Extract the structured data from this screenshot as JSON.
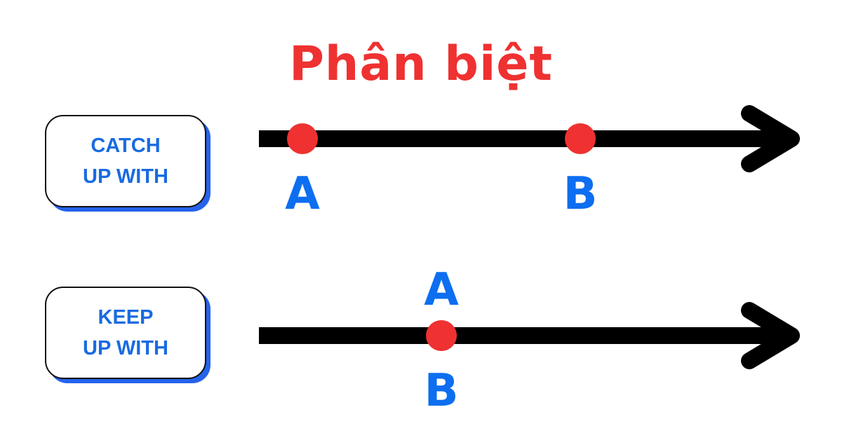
{
  "title": {
    "text": "Phân biệt"
  },
  "colors": {
    "title": "#ef3131",
    "label_text": "#1a6be0",
    "card_shadow": "#2563eb",
    "axis": "#000000",
    "point": "#ef3131",
    "point_label": "#0d6ef0"
  },
  "rows": [
    {
      "label": "CATCH\nUP WITH",
      "points": [
        {
          "position": 0.1,
          "label": "A",
          "label_side": "below"
        },
        {
          "position": 0.7,
          "label": "B",
          "label_side": "below"
        }
      ]
    },
    {
      "label": "KEEP\nUP WITH",
      "points": [
        {
          "position": 0.4,
          "label": "A",
          "label_side": "above"
        },
        {
          "position": 0.4,
          "label": "B",
          "label_side": "below"
        }
      ]
    }
  ]
}
